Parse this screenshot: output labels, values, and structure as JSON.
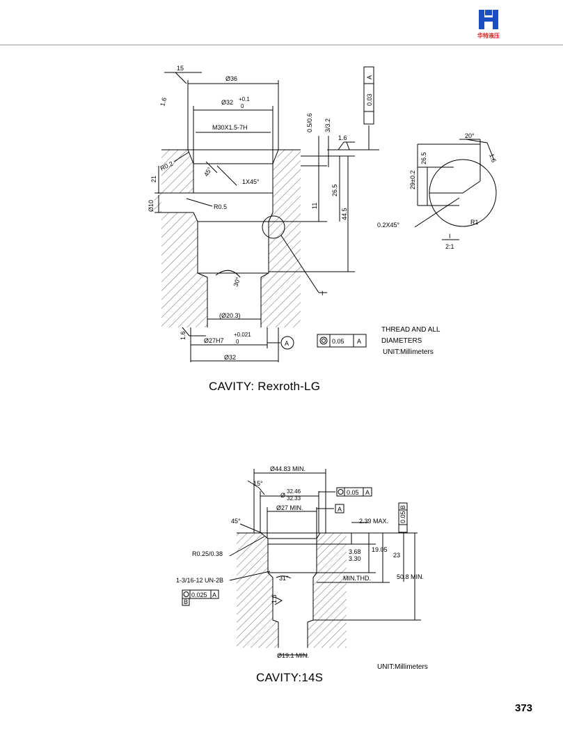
{
  "header": {
    "logo_text": "华特液压",
    "brand_color": "#1b4fbf"
  },
  "figure1": {
    "caption": "CAVITY: Rexroth-LG",
    "notes": [
      "THREAD AND ALL",
      "DIAMETERS",
      "UNIT:Millimeters"
    ],
    "dims": {
      "d36": "Ø36",
      "d32": "Ø32",
      "tol32_plus": "+0.1",
      "tol32_zero": "0",
      "thread": "M30X1.5-7H",
      "angle15": "15",
      "r16a": "1.6",
      "r02": "R0.2",
      "a45": "45°",
      "c1x45": "1X45°",
      "d21": "21",
      "d10": "Ø10",
      "r05": "R0.5",
      "v11": "11",
      "v265": "26.5",
      "v445": "44.5",
      "v05": "0.5/0.6",
      "v33": "3/3.2",
      "r16b": "1.6",
      "a30": "30°",
      "d203": "(Ø20.3)",
      "d27": "Ø27H7",
      "tol27_plus": "+0.021",
      "tol27_zero": "0",
      "r16c": "1.6",
      "d32b": "Ø32",
      "datum_a": "A",
      "perp_val": "0.03",
      "perp_a": "A",
      "conc_val": "0.05",
      "conc_a": "A",
      "detail_i": "I",
      "detail_i2": "I",
      "scale": "2:1",
      "det_20": "20°",
      "det_16": "1.6",
      "det_265": "26.5",
      "det_29": "29±0.2",
      "det_r1": "R1",
      "det_02": "0.2X45°"
    }
  },
  "figure2": {
    "caption": "CAVITY:14S",
    "notes": [
      "UNIT:Millimeters"
    ],
    "dims": {
      "d4483": "Ø44.83 MIN.",
      "a15": "15°",
      "d3246": "32.46",
      "d3233": "32.33",
      "dsym": "Ø",
      "d27": "Ø27 MIN.",
      "conc005": "0.05",
      "conc_a": "A",
      "datum_a": "A",
      "a45": "45°",
      "v239": "2.39 MAX.",
      "perp005": "0.05",
      "perp_b": "B",
      "r025": "R0.25/0.38",
      "v368": "3.68",
      "v330": "3.30",
      "v1905": "19.05",
      "v23": "23",
      "thread": "1-3/16-12 UN-2B",
      "a31": "31°",
      "minthd": "MIN.THD.",
      "v508": "50.8 MIN.",
      "conc0025": "0.025",
      "conc0025_a": "A",
      "datum_b": "B",
      "r16": "1.6",
      "d191": "Ø19.1 MIN."
    }
  },
  "page_number": "373"
}
